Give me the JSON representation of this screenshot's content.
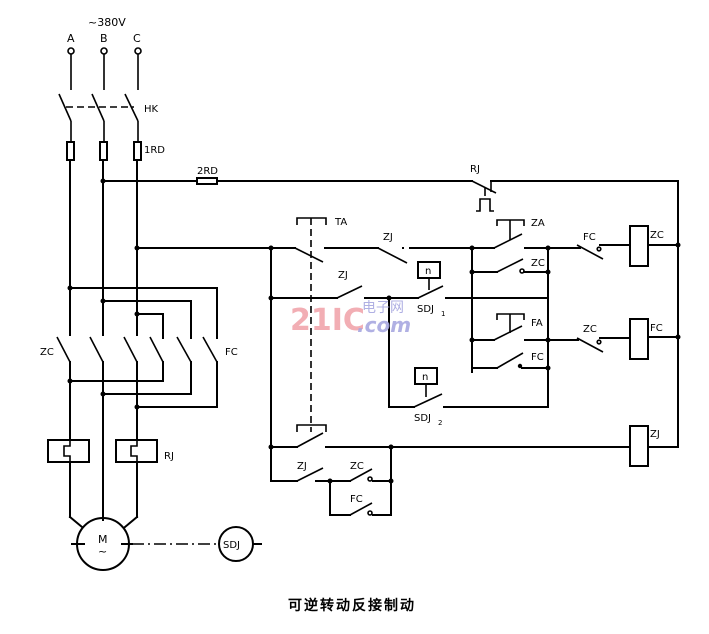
{
  "diagram": {
    "title": "可逆转动反接制动",
    "supply": {
      "voltage_label": "~380V",
      "phases": [
        "A",
        "B",
        "C"
      ]
    },
    "power_circuit": {
      "knife_switch": "HK",
      "main_fuse": "1RD",
      "control_fuse": "2RD",
      "forward_contactor": "ZC",
      "reverse_contactor": "FC",
      "thermal_relay": "RJ",
      "motor": {
        "symbol": "M",
        "sub": "~"
      },
      "speed_relay": "SDJ"
    },
    "control_circuit": {
      "thermal_contact": "RJ",
      "stop_button": "TA",
      "forward_button": "ZA",
      "reverse_button": "FA",
      "intermediate_relay_contact_1": "ZJ",
      "intermediate_relay_contact_2": "ZJ",
      "intermediate_relay_contact_3": "ZJ",
      "speed_contact_1": {
        "base": "SDJ",
        "sub": "1"
      },
      "speed_contact_2": {
        "base": "SDJ",
        "sub": "2"
      },
      "speed_symbol": "n",
      "zc_holding_contact": "ZC",
      "fc_holding_contact": "FC",
      "fc_interlock": "FC",
      "zc_interlock": "ZC",
      "coils": [
        "ZC",
        "FC",
        "ZJ"
      ],
      "bottom_zc_contact": "ZC",
      "bottom_fc_contact": "FC"
    },
    "watermark": {
      "brand": "21IC",
      "cn": "电子网",
      "domain": ".com"
    }
  }
}
